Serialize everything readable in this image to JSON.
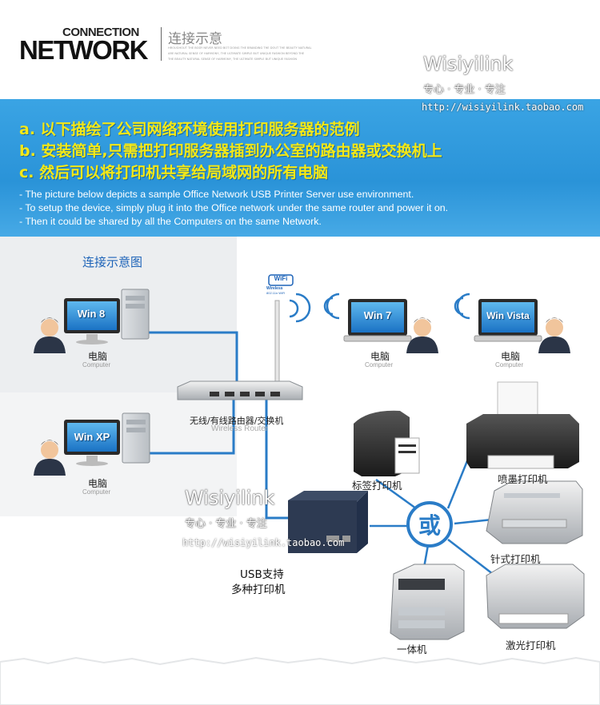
{
  "header": {
    "brand_top": "CONNECTION",
    "brand_main": "NETWORK",
    "title_cn": "连接示意",
    "fine_print": [
      "HROUGHOUT THE BODY NEVER NEED BOT DOING THE BRANDING THE DOUT THE BEAUTY NATURAL",
      "ARE NATURAL SENSE OF HARMONY, THE ULTIMATE SIMPLE BUT UNIQUE FASHION BEYOND THE",
      "THE BEAUTY NATURAL SENSE OF HARMONY, THE ULTIMATE SIMPLE BUT UNIQUE FASHION"
    ]
  },
  "watermark": {
    "name": "Wisiyilink",
    "slogan": "专心 · 专业 · 专注",
    "url": "http://wisiyilink.taobao.com"
  },
  "banner": {
    "cn_lines": [
      "a. 以下描绘了公司网络环境使用打印服务器的范例",
      "b. 安装简单,只需把打印服务器插到办公室的路由器或交换机上",
      "c. 然后可以将打印机共享给局域网的所有电脑"
    ],
    "en_lines": [
      "- The picture below depicts a sample Office Network USB Printer Server use environment.",
      "- To setup the device, simply plug it into the Office network under the same router and power it on.",
      "- Then it could be shared by all the Computers on the same Network."
    ]
  },
  "diagram": {
    "title": "连接示意图",
    "wifi_badge": "WiFi",
    "wifi_caption": "Wireless",
    "wifi_sub": "802.11n WiFi",
    "computers": [
      {
        "os": "Win 8",
        "label": "电脑",
        "sub": "Computer"
      },
      {
        "os": "Win 7",
        "label": "电脑",
        "sub": "Computer"
      },
      {
        "os": "Win Vista",
        "label": "电脑",
        "sub": "Computer"
      },
      {
        "os": "Win XP",
        "label": "电脑",
        "sub": "Computer"
      }
    ],
    "router": {
      "label": "无线/有线路由器/交换机",
      "sub": "Wireless Router"
    },
    "server": {
      "label_line1": "USB支持",
      "label_line2": "多种打印机"
    },
    "hub": "或",
    "printers": [
      {
        "label": "标签打印机"
      },
      {
        "label": "喷墨打印机"
      },
      {
        "label": "针式打印机"
      },
      {
        "label": "一体机"
      },
      {
        "label": "激光打印机"
      }
    ]
  },
  "colors": {
    "banner_blue": "#2a93d8",
    "banner_text": "#f4e816",
    "cable": "#2a7cc7",
    "title_blue": "#1d63b8"
  }
}
